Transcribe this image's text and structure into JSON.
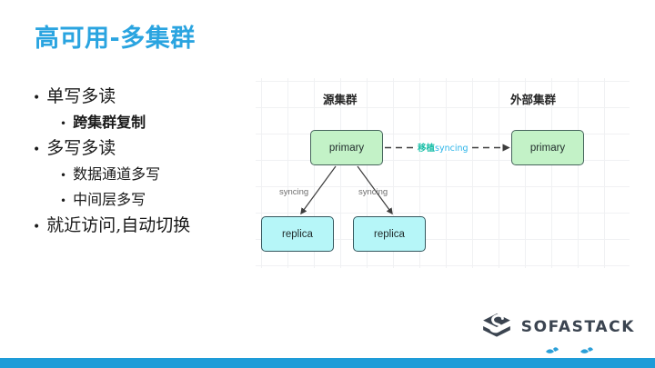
{
  "slide": {
    "title": "高可用-多集群",
    "title_color": "#2AA4E0"
  },
  "bullets": [
    {
      "level": 0,
      "text": "单写多读",
      "bold": false,
      "marker": "•"
    },
    {
      "level": 1,
      "text": "跨集群复制",
      "bold": true,
      "marker": "•"
    },
    {
      "level": 0,
      "text": "多写多读",
      "bold": false,
      "marker": "•"
    },
    {
      "level": 1,
      "text": "数据通道多写",
      "bold": false,
      "marker": "•"
    },
    {
      "level": 1,
      "text": "中间层多写",
      "bold": false,
      "marker": "•"
    },
    {
      "level": 0,
      "text": "就近访问,自动切换",
      "bold": false,
      "marker": "•"
    }
  ],
  "diagram": {
    "source_cluster_title": "源集群",
    "external_cluster_title": "外部集群",
    "nodes": {
      "source_primary": "primary",
      "external_primary": "primary",
      "replica_1": "replica",
      "replica_2": "replica"
    },
    "edges": {
      "left_label": "syncing",
      "right_label": "syncing",
      "migrate_zh": "移植",
      "migrate_en": "syncing"
    },
    "colors": {
      "primary_fill": "#c3f2c7",
      "primary_stroke": "#46645c",
      "replica_fill": "#b6f6f8",
      "replica_stroke": "#35575e",
      "grid": "#f0f1f3",
      "migrate_zh_color": "#1CBFA8",
      "migrate_en_color": "#2BB4E8"
    }
  },
  "footer": {
    "brand_name": "SOFASTACK",
    "bar_color": "#1E9CD8",
    "brand_text_color": "#3b4450"
  }
}
